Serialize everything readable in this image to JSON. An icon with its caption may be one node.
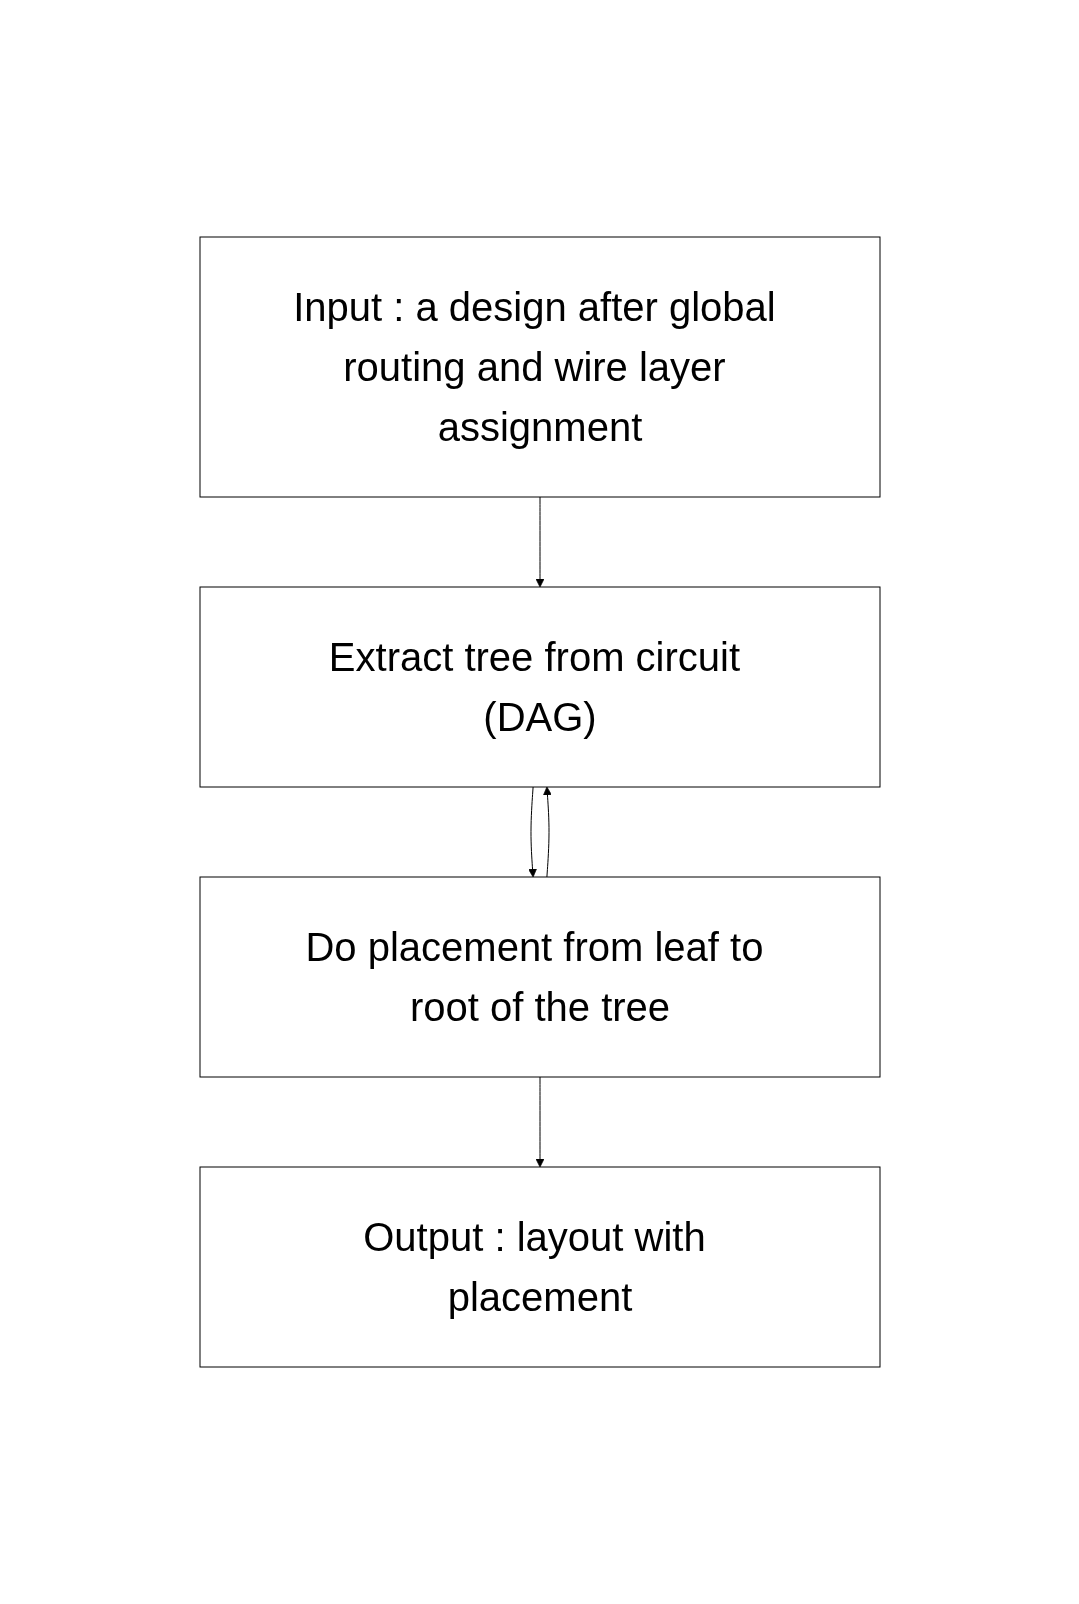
{
  "diagram": {
    "nodes": [
      {
        "text": [
          "Input : a design after global routing and wire layer assignment"
        ]
      },
      {
        "text": [
          "Extract tree from circuit (DAG)"
        ]
      },
      {
        "text": [
          "Do placement from leaf to root of the tree"
        ]
      },
      {
        "text": [
          "Output : layout with placement"
        ]
      }
    ],
    "edges": [
      {
        "from": 0,
        "to": 1,
        "arrow": "to"
      },
      {
        "from": 1,
        "to": 2,
        "arrow": "to"
      },
      {
        "from": 2,
        "to": 3,
        "arrow": "to"
      },
      {
        "from": 2,
        "to": 1,
        "arrow": "to"
      }
    ]
  }
}
